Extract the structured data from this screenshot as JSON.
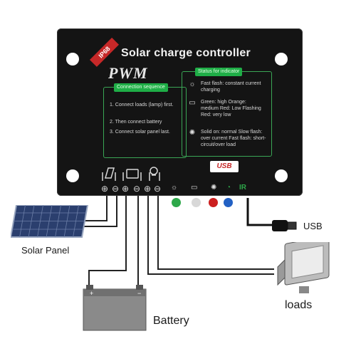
{
  "controller": {
    "ip_rating": "IP68",
    "title": "Solar charge controller",
    "mode": "PWM",
    "connection_sequence": {
      "title": "Connection sequence",
      "steps": [
        "1. Connect loads (lamp) first.",
        "2. Then connect battery",
        "3. Connect solar panel last."
      ]
    },
    "status_indicator": {
      "title": "Status for indicator",
      "items": [
        {
          "icon": "sun-icon",
          "text": "Fast flash: constant current charging"
        },
        {
          "icon": "battery-icon",
          "text": "Green: high Orange: medium Red: Low Flashing Red: very low"
        },
        {
          "icon": "lamp-icon",
          "text": "Solid on: normal Slow flash: over current Fast flash: short-circuit/over load"
        }
      ]
    },
    "usb_label": "USB",
    "terminal_symbols": [
      "⊕",
      "⊖",
      "⊕",
      "⊖",
      "⊕",
      "⊖"
    ],
    "ir_label": "IR",
    "leds": [
      {
        "color": "#2ea84a"
      },
      {
        "color": "#d8d8d8"
      },
      {
        "color": "#cc1f1f"
      },
      {
        "color": "#2261c4"
      }
    ]
  },
  "callouts": {
    "solar_panel": "Solar Panel",
    "battery": "Battery",
    "loads": "loads",
    "usb": "USB"
  }
}
